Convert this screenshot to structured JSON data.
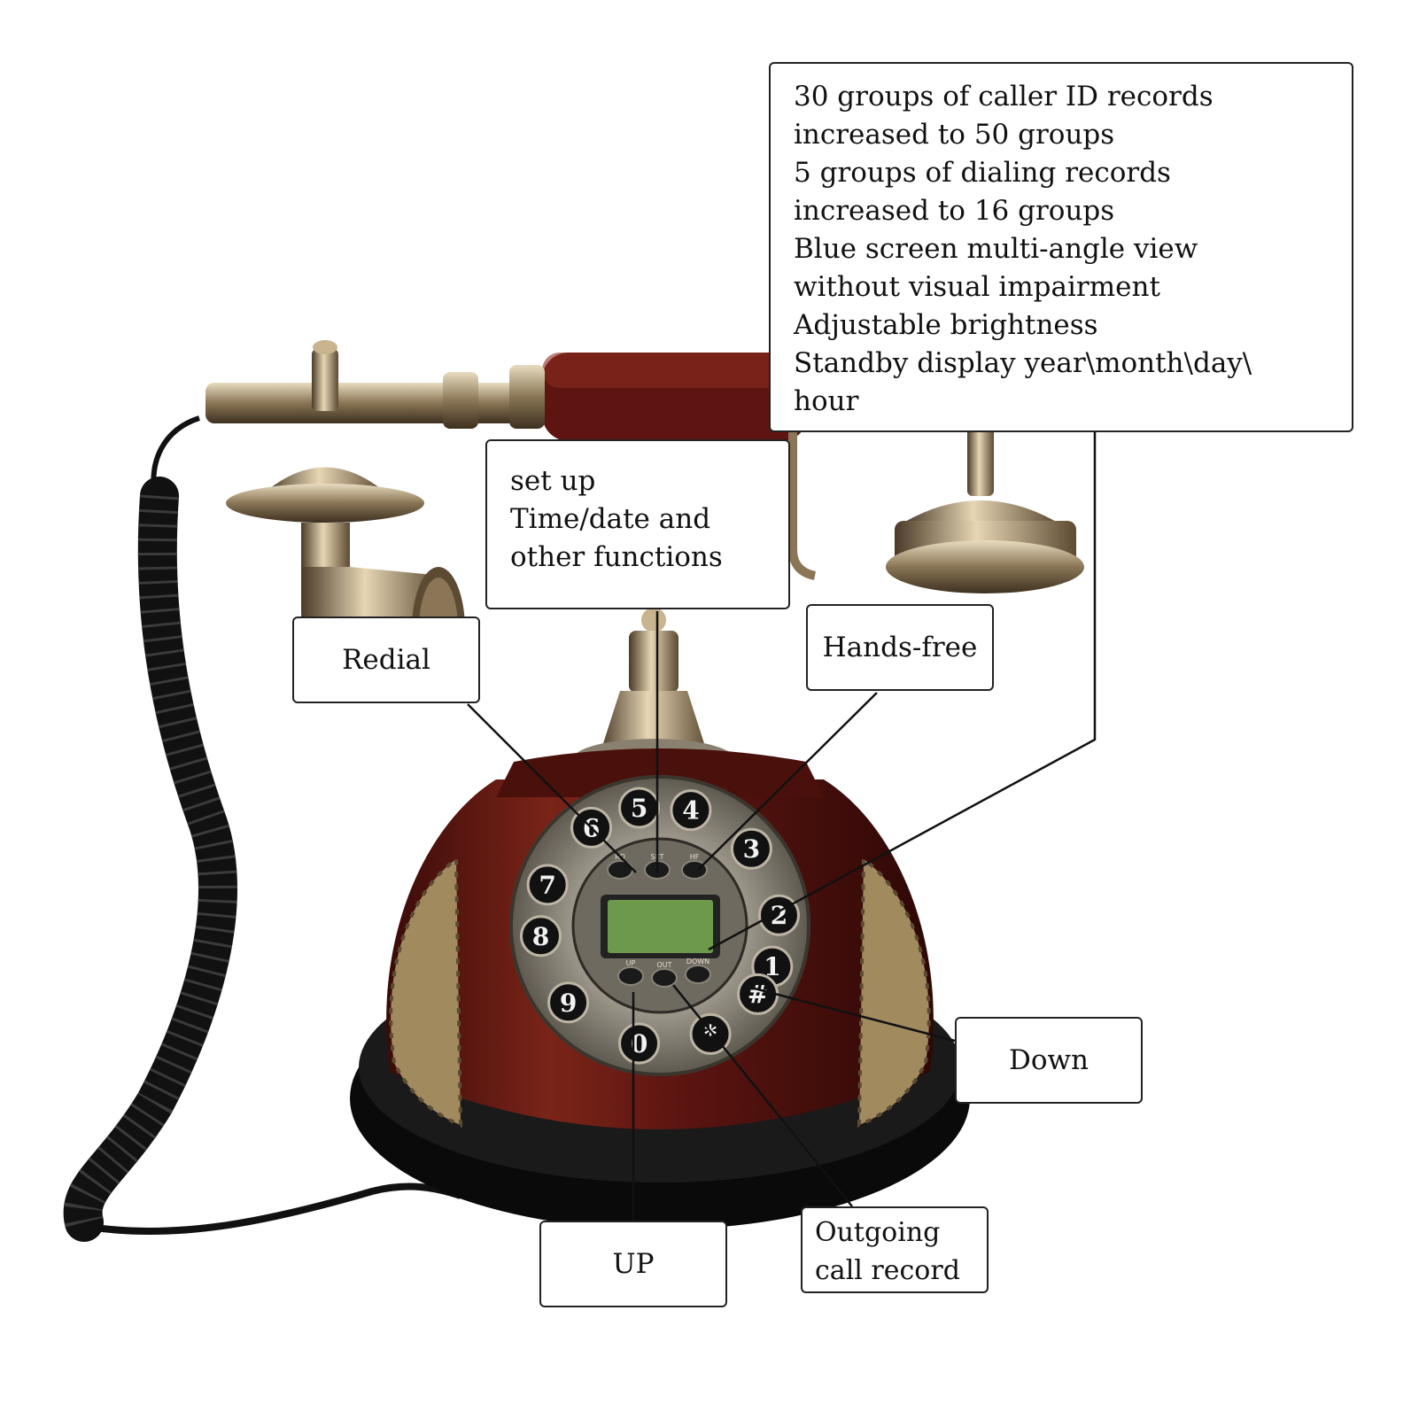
{
  "callouts": {
    "features": {
      "lines": [
        "30 groups of caller ID records",
        "increased to 50 groups",
        "5 groups of dialing records",
        "increased to 16 groups",
        "Blue screen multi-angle view",
        "without visual impairment",
        "Adjustable brightness",
        "Standby display year\\month\\day\\",
        "hour"
      ]
    },
    "setup": {
      "lines": [
        "set up",
        "Time/date and",
        "other functions"
      ]
    },
    "redial": "Redial",
    "handsfree": "Hands-free",
    "down": "Down",
    "up": "UP",
    "outgoing": {
      "lines": [
        "Outgoing",
        "call record"
      ]
    }
  },
  "phone": {
    "keypad_digits": [
      "1",
      "2",
      "3",
      "4",
      "5",
      "6",
      "7",
      "8",
      "9",
      "0",
      "*",
      "#"
    ],
    "button_labels": [
      "RD",
      "SET",
      "HF",
      "UP",
      "OUT",
      "DOWN"
    ]
  },
  "colors": {
    "wood": "#5a1410",
    "brass": "#b89a6a",
    "screen": "#6c9a4a",
    "cord": "#111111"
  }
}
